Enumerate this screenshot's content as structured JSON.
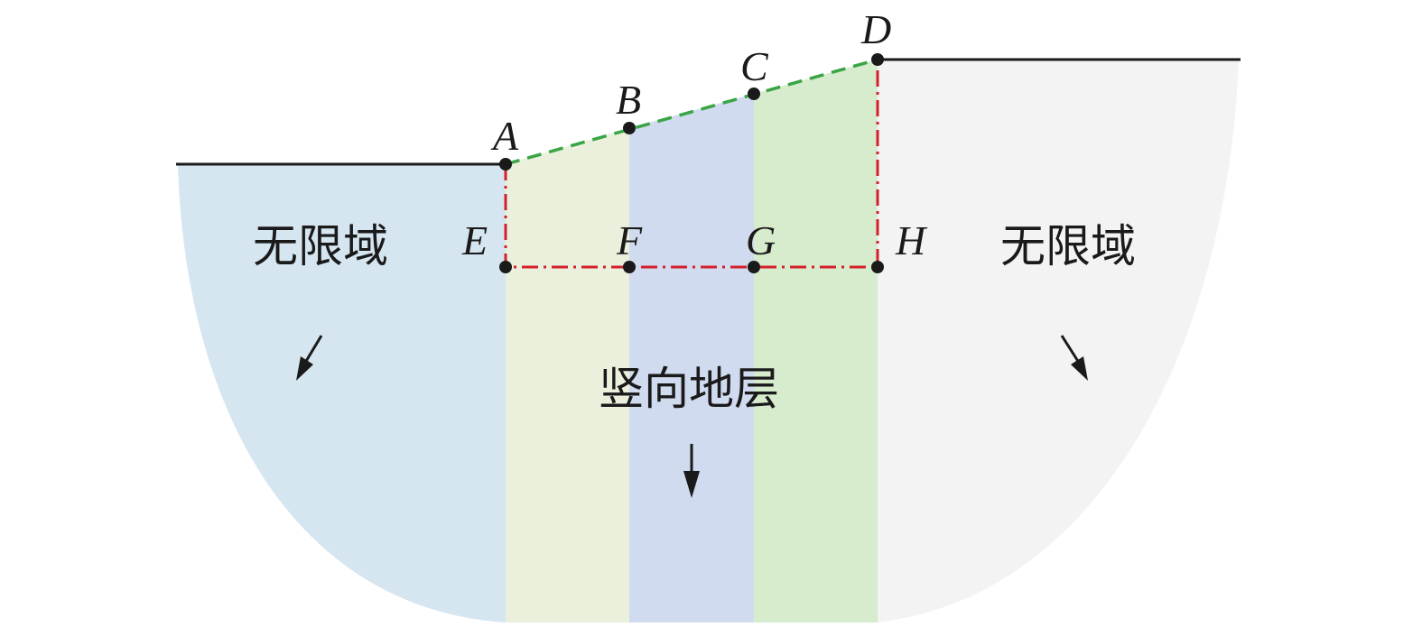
{
  "points": {
    "A": "A",
    "B": "B",
    "C": "C",
    "D": "D",
    "E": "E",
    "F": "F",
    "G": "G",
    "H": "H"
  },
  "regions": {
    "left_infinite": "无限域",
    "right_infinite": "无限域",
    "vertical_strata": "竖向地层"
  },
  "colors": {
    "left_domain": "#d6e6f1",
    "right_domain": "#f3f3f3",
    "strip_1": "#eaf0dc",
    "strip_2": "#d1dbef",
    "strip_3": "#d7ebcd",
    "slope_line": "#3aa545",
    "boundary_line": "#d4202a",
    "ground_line": "#1a1a1a"
  }
}
